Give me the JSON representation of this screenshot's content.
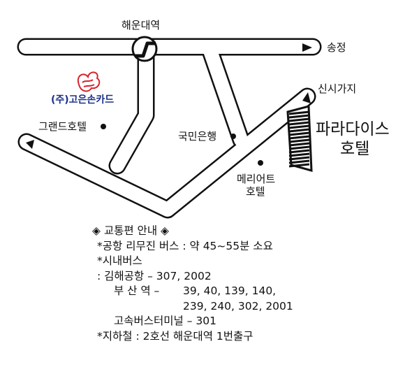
{
  "map": {
    "labels": {
      "station": "해운대역",
      "songjeong": "송정",
      "sinsigaji": "신시가지",
      "grand_hotel": "그랜드호텔",
      "kookmin_bank": "국민은행",
      "meridien_hotel_line1": "메리어트",
      "meridien_hotel_line2": "호텔",
      "paradise_line1": "파라다이스",
      "paradise_line2": "호텔",
      "company": "(주)고은손카드"
    },
    "colors": {
      "road_fill": "#ffffff",
      "road_stroke": "#111111",
      "company_logo": "#d8232a",
      "company_text": "#1a2f8a",
      "building_stripe": "#111111"
    },
    "icons": [
      "company-logo-icon",
      "hotel-building-icon",
      "interchange-icon",
      "arrow-right-icon",
      "arrow-left-icon",
      "arrow-up-icon"
    ]
  },
  "info": {
    "title": "◈ 교통편 안내 ◈",
    "line1": "*공항 리무진 버스 : 약 45~55분 소요",
    "line2": "*시내버스",
    "line3": ": 김해공항 – 307, 2002",
    "line4_prefix": "부 산 역 –",
    "line4_values": "39, 40, 139, 140,",
    "line5_values": "239, 240, 302, 2001",
    "line6": "고속버스터미널 – 301",
    "line7": "*지하철 : 2호선 해운대역 1번출구"
  }
}
